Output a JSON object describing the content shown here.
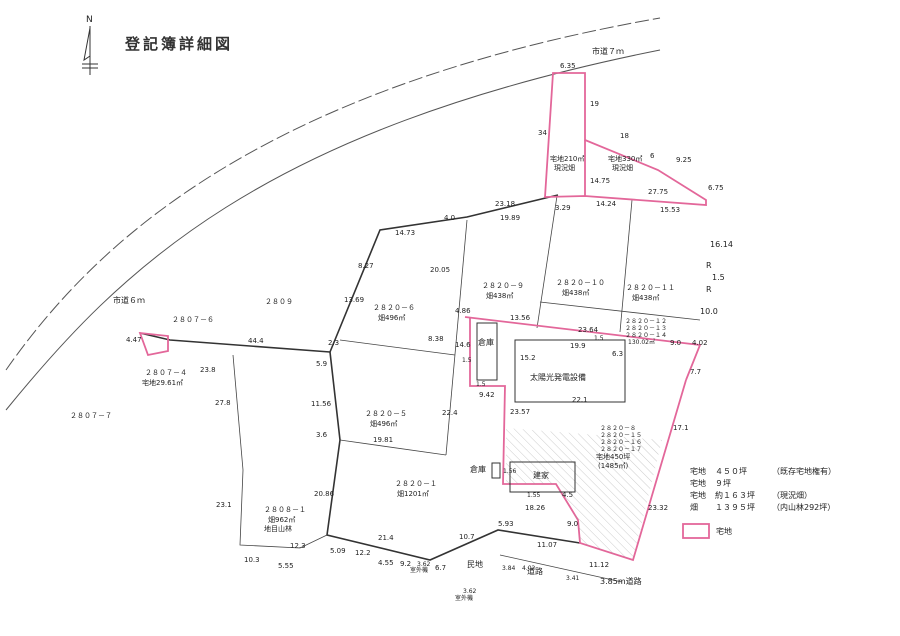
{
  "title": "登記簿詳細図",
  "north": "N",
  "roads": {
    "city_7m": "市道７ｍ",
    "city_6m": "市道６ｍ",
    "private": "民地",
    "road": "道路",
    "road_385": "3.85m道路"
  },
  "parcels": {
    "p2809": "２８０９",
    "p2807_6": "２８０７－６",
    "p2807_7": "２８０７－７",
    "p2807_4": "２８０７－４",
    "p2807_4_area": "宅地29.61㎡",
    "p2820_6": "２８２０－６",
    "p2820_6_area": "畑496㎡",
    "p2820_5": "２８２０－５",
    "p2820_5_area": "畑496㎡",
    "p2820_9": "２８２０－９",
    "p2820_9_area": "畑438㎡",
    "p2820_10": "２８２０－１０",
    "p2820_10_area": "畑438㎡",
    "p2820_11": "２８２０－１１",
    "p2820_11_area": "畑438㎡",
    "p2820_1": "２８２０－１",
    "p2820_1_area": "畑1201㎡",
    "p2808_1": "２８０８－１",
    "p2808_1_area": "畑962㎡",
    "p2808_1_note": "地目山林",
    "p_multi_1": "２８２０－１２",
    "p_multi_2": "２８２０－１３",
    "p_multi_3": "２８２０－１４",
    "p_multi_area": "130.02㎡",
    "res210_a": "宅地210㎡",
    "res210_b": "現況畑",
    "res330_a": "宅地330㎡",
    "res330_b": "現況畑",
    "main_1": "２８２０－８",
    "main_2": "２８２０－１５",
    "main_3": "２８２０－１６",
    "main_4": "２８２０－１７",
    "main_area_a": "宅地450坪",
    "main_area_b": "(1485㎡)"
  },
  "buildings": {
    "storage_1": "倉庫",
    "storage_2": "倉庫",
    "house": "建家",
    "solar": "太陽光発電設備"
  },
  "dimensions": {
    "d635": "6.35",
    "d19": "19",
    "d34": "34",
    "d18": "18",
    "d6": "6",
    "d925": "9.25",
    "d675": "6.75",
    "d1475": "14.75",
    "d2775": "27.75",
    "d2318": "23.18",
    "d329": "3.29",
    "d1424": "14.24",
    "d1553": "15.53",
    "d40": "4.0",
    "d1989": "19.89",
    "d1473": "14.73",
    "d1614": "16.14",
    "dR1": "R",
    "d15": "1.5",
    "dR2": "R",
    "d100": "10.0",
    "d827": "8.27",
    "d2005": "20.05",
    "d1369": "13.69",
    "d486": "4.86",
    "d1356": "13.56",
    "d2364": "23.64",
    "d90": "9.0",
    "d402": "4.02",
    "d444": "44.4",
    "d23": "2.3",
    "d838": "8.38",
    "d146": "14.6",
    "d199": "19.9",
    "d15b": "1.5",
    "d63": "6.3",
    "d152": "15.2",
    "d447": "4.47",
    "d238": "23.8",
    "d59": "5.9",
    "d15c": "1.5",
    "d77": "7.7",
    "d15d": "1.5",
    "d942": "9.42",
    "d221": "22.1",
    "d278": "27.8",
    "d1156": "11.56",
    "d2357": "23.57",
    "d224": "22.4",
    "d171": "17.1",
    "d36": "3.6",
    "d1981": "19.81",
    "d156": "1.56",
    "d2086": "20.86",
    "d155": "1.55",
    "d45": "4.5",
    "d1826": "18.26",
    "d231": "23.1",
    "d2332": "23.32",
    "d90b": "9.0",
    "d593": "5.93",
    "d107": "10.7",
    "d214": "21.4",
    "d123": "12.3",
    "d509": "5.09",
    "d122": "12.2",
    "d455": "4.55",
    "d92": "9.2",
    "d67": "6.7",
    "d103": "10.3",
    "d555": "5.55",
    "d1107": "11.07",
    "d1112": "11.12",
    "d362a": "3.62",
    "d362b": "3.62",
    "d384": "3.84",
    "d402b": "4.02",
    "d341": "3.41",
    "lbl_a": "室外機",
    "lbl_b": "室外機"
  },
  "summary": [
    {
      "k": "宅地",
      "v": "４５０坪",
      "n": "（既存宅地権有）"
    },
    {
      "k": "宅地",
      "v": "９坪",
      "n": ""
    },
    {
      "k": "宅地",
      "v": "約１６３坪",
      "n": "（現況畑）"
    },
    {
      "k": "畑",
      "v": "１３９５坪",
      "n": "（内山林292坪）"
    }
  ],
  "legend": {
    "label": "宅地",
    "color": "#e3679a"
  }
}
